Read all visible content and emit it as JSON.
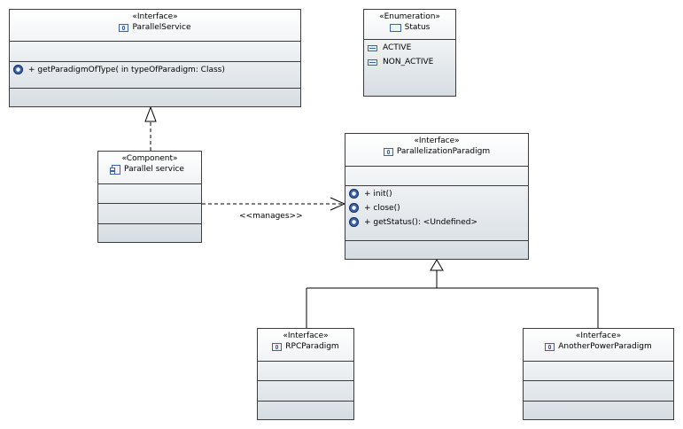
{
  "parallel_service": {
    "stereotype": "«Interface»",
    "name": "ParallelService",
    "operations": [
      "+ getParadigmOfType(  in typeOfParadigm: Class)"
    ]
  },
  "status": {
    "stereotype": "«Enumeration»",
    "name": "Status",
    "literals": [
      "ACTIVE",
      "NON_ACTIVE"
    ]
  },
  "parallel_component": {
    "stereotype": "«Component»",
    "name": "Parallel service"
  },
  "parallelization_paradigm": {
    "stereotype": "«Interface»",
    "name": "ParallelizationParadigm",
    "operations": [
      "+ init()",
      "+ close()",
      "+ getStatus(): <Undefined>"
    ]
  },
  "rpc_paradigm": {
    "stereotype": "«Interface»",
    "name": "RPCParadigm"
  },
  "another_power_paradigm": {
    "stereotype": "«Interface»",
    "name": "AnotherPowerParadigm"
  },
  "relations": {
    "manages_label": "<<manages>>"
  }
}
